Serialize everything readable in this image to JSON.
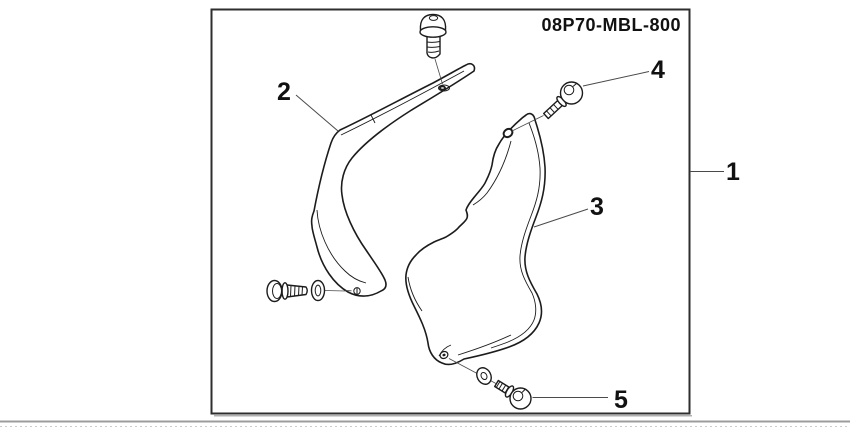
{
  "diagram": {
    "part_number": "08P70-MBL-800",
    "callouts": [
      {
        "label": "1"
      },
      {
        "label": "2"
      },
      {
        "label": "3"
      },
      {
        "label": "4"
      },
      {
        "label": "5"
      }
    ],
    "colors": {
      "line": "#1c1c1c",
      "leader": "#4a4a4a",
      "frame": "#2e2e2e",
      "frame_shadow": "#b0b0b0",
      "bottom_rule": "#9c9c9c",
      "bottom_rule_light": "#cccccc"
    }
  }
}
